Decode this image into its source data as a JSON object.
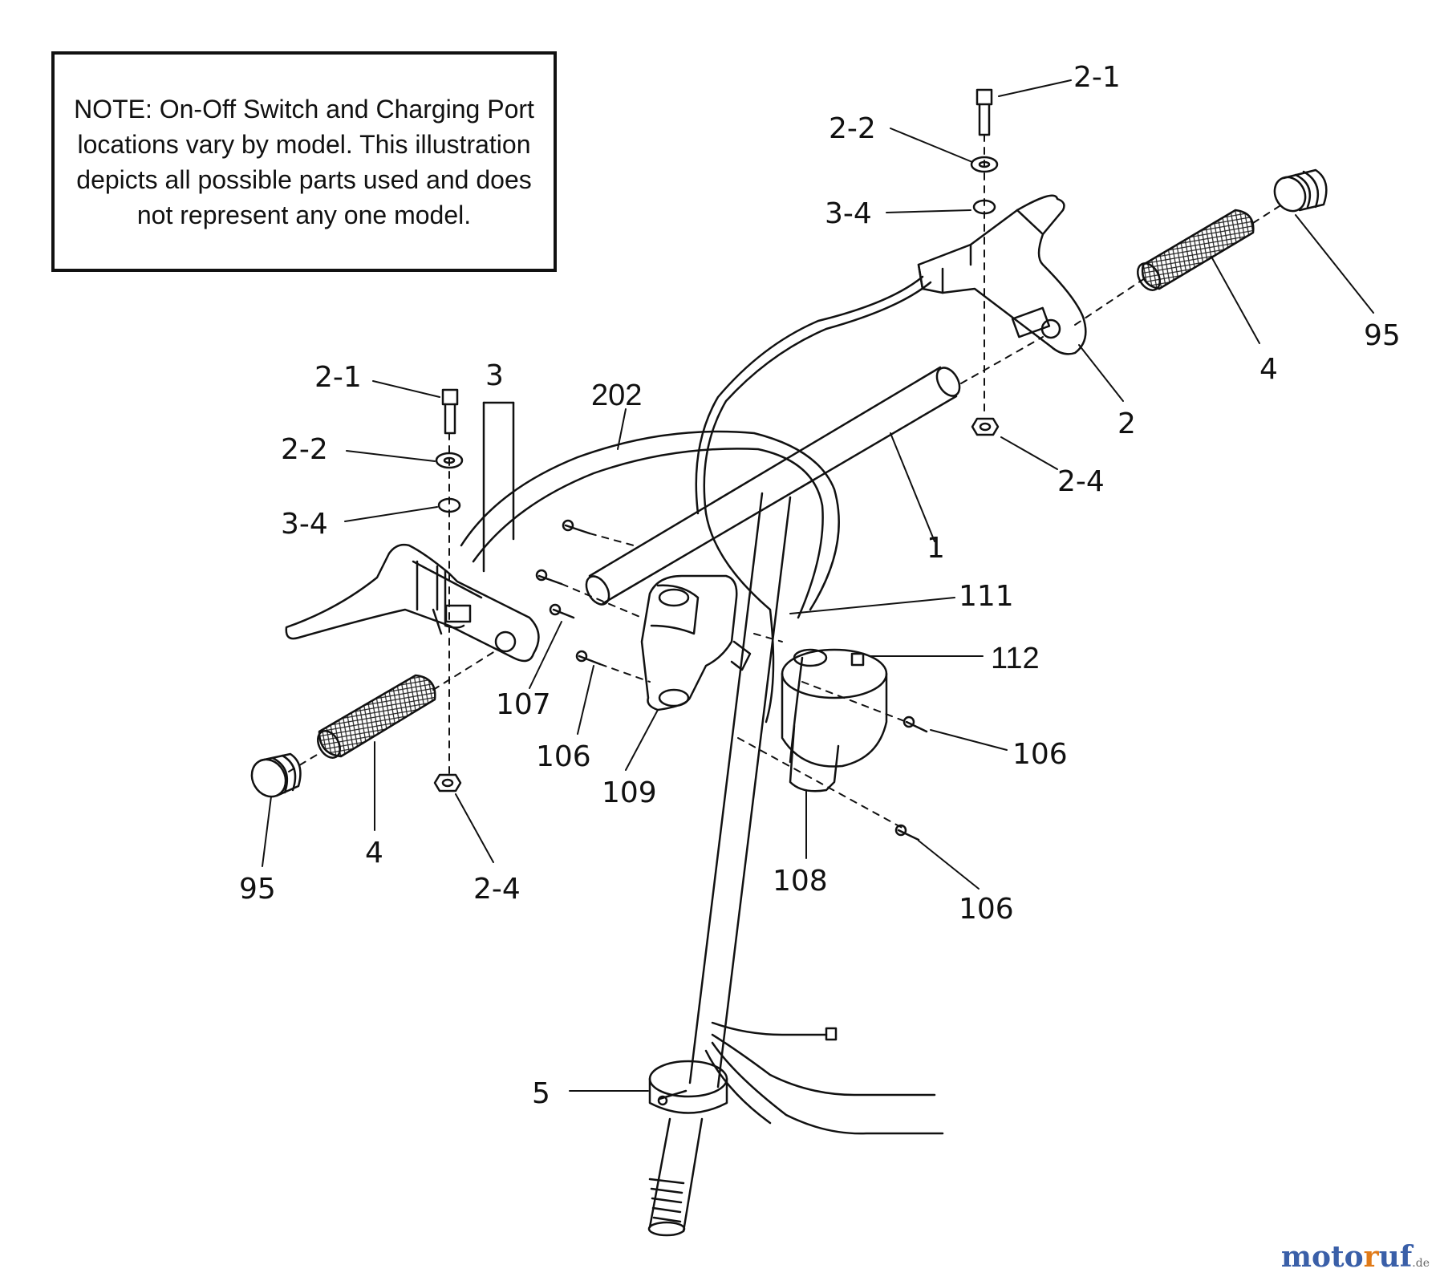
{
  "note": "NOTE: On-Off Switch and Charging Port locations vary by model. This illustration depicts all possible parts used and does not represent any one model.",
  "callouts": {
    "c_2_1_right": "2-1",
    "c_2_2_right": "2-2",
    "c_3_4_right": "3-4",
    "c_95_right": "95",
    "c_4_right": "4",
    "c_2_right": "2",
    "c_2_4_right": "2-4",
    "c_2_1_left": "2-1",
    "c_3": "3",
    "c_202": "202",
    "c_2_2_left": "2-2",
    "c_3_4_left": "3-4",
    "c_1": "1",
    "c_111": "111",
    "c_112": "112",
    "c_107": "107",
    "c_106_a": "106",
    "c_106_b": "106",
    "c_106_c": "106",
    "c_109": "109",
    "c_108": "108",
    "c_95_left": "95",
    "c_4_left": "4",
    "c_2_4_left": "2-4",
    "c_5": "5"
  },
  "watermark": {
    "part1": "moto",
    "part2": "r",
    "part3": "uf",
    "suffix": ".de"
  }
}
